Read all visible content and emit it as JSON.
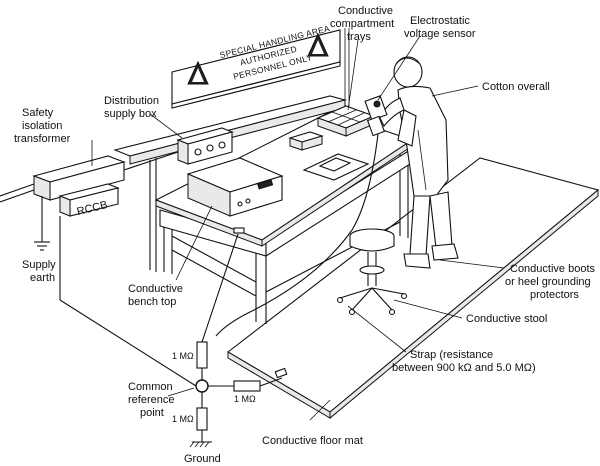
{
  "labels": {
    "compartment_trays": [
      "Conductive",
      "compartment",
      "trays"
    ],
    "voltage_sensor": [
      "Electrostatic",
      "voltage sensor"
    ],
    "cotton_overall": "Cotton overall",
    "isolation_transformer": [
      "Safety",
      "isolation",
      "transformer"
    ],
    "distribution_box": [
      "Distribution",
      "supply box"
    ],
    "rccb": "RCCB",
    "supply_earth": [
      "Supply",
      "earth"
    ],
    "bench_top": [
      "Conductive",
      "bench top"
    ],
    "boots": [
      "Conductive boots",
      "or heel grounding",
      "protectors"
    ],
    "stool": "Conductive stool",
    "strap": [
      "Strap (resistance",
      "between 900 kΩ and 5.0 MΩ)"
    ],
    "reference_point": [
      "Common",
      "reference",
      "point"
    ],
    "resistor_top": "1 MΩ",
    "resistor_right": "1 MΩ",
    "resistor_bottom": "1 MΩ",
    "floor_mat": "Conductive floor mat",
    "ground": "Ground"
  },
  "sign": [
    "SPECIAL HANDLING AREA",
    "AUTHORIZED",
    "PERSONNEL ONLY"
  ]
}
